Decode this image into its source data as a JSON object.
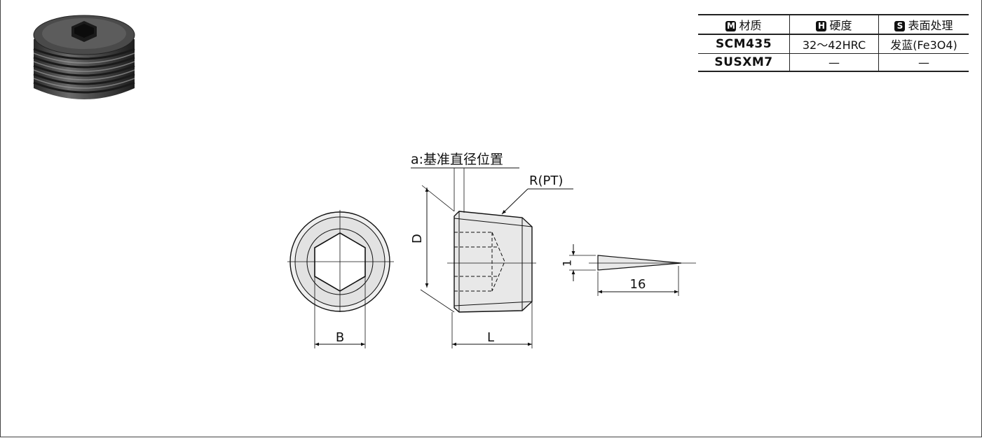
{
  "spec_table": {
    "headers": [
      {
        "badge": "M",
        "label": "材质"
      },
      {
        "badge": "H",
        "label": "硬度"
      },
      {
        "badge": "S",
        "label": "表面处理"
      }
    ],
    "rows": [
      {
        "material": "SCM435",
        "hardness": "32～42HRC",
        "surface": "发蓝(Fe3O4)"
      },
      {
        "material": "SUSXM7",
        "hardness": "—",
        "surface": "—"
      }
    ]
  },
  "drawing": {
    "datum_label": "a:基准直径位置",
    "thread_label": "R(PT)",
    "dim_D": "D",
    "dim_B": "B",
    "dim_L": "L",
    "dim_1": "1",
    "dim_16": "16"
  }
}
